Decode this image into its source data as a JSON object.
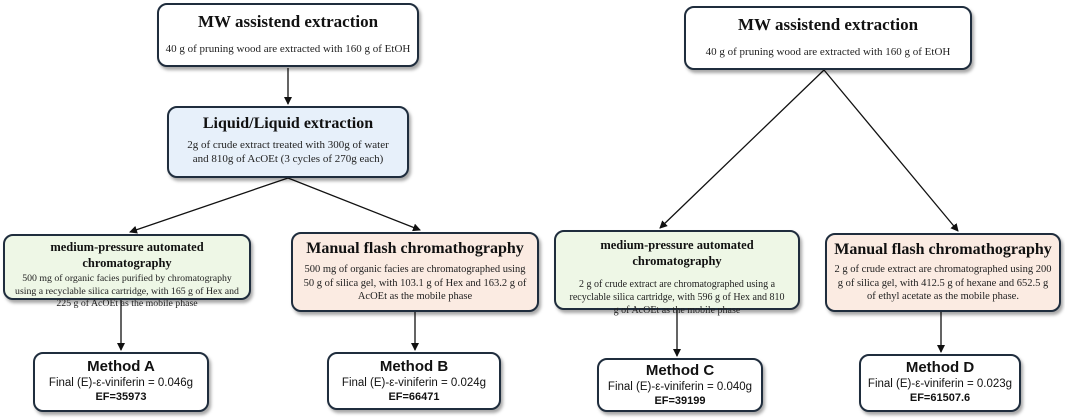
{
  "left": {
    "mw": {
      "title": "MW assistend extraction",
      "desc": "40 g of pruning wood are extracted with 160 g of EtOH"
    },
    "ll": {
      "title": "Liquid/Liquid extraction",
      "desc": "2g of crude extract treated with 300g of water and 810g of AcOEt (3 cycles of 270g each)"
    },
    "auto": {
      "title": "medium-pressure automated chromatography",
      "desc": "500 mg of organic facies purified by chromatography using a recyclable silica cartridge, with 165 g of Hex and 225 g of AcOEt as the mobile phase"
    },
    "flash": {
      "title": "Manual flash chromathography",
      "desc": "500 mg of organic facies are chromatographed using 50 g of silica gel, with 103.1 g of Hex and 163.2 g of AcOEt as the mobile phase"
    },
    "method_a": {
      "title": "Method A",
      "final": "Final (E)-ε-viniferin = 0.046g",
      "ef": "EF=35973"
    },
    "method_b": {
      "title": "Method B",
      "final": "Final (E)-ε-viniferin = 0.024g",
      "ef": "EF=66471"
    }
  },
  "right": {
    "mw": {
      "title": "MW assistend extraction",
      "desc": "40 g of pruning wood are extracted with 160 g of EtOH"
    },
    "auto": {
      "title": "medium-pressure automated chromatography",
      "desc": "2 g of crude extract are chromatographed using a recyclable silica cartridge, with 596 g of Hex and 810 g of AcOEt as the mobile phase"
    },
    "flash": {
      "title": "Manual flash chromathography",
      "desc": "2 g of crude extract are chromatographed using 200 g of silica gel, with 412.5 g of hexane and 652.5 g of ethyl acetate as the mobile phase."
    },
    "method_c": {
      "title": "Method C",
      "final": "Final (E)-ε-viniferin = 0.040g",
      "ef": "EF=39199"
    },
    "method_d": {
      "title": "Method D",
      "final": "Final (E)-ε-viniferin = 0.023g",
      "ef": "EF=61507.6"
    }
  }
}
